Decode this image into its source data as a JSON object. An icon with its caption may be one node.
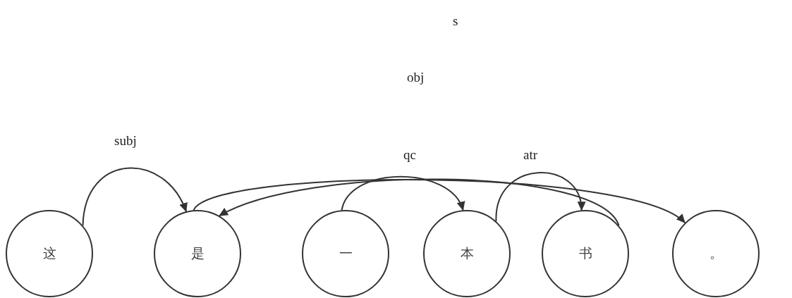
{
  "diagram": {
    "nodes": [
      {
        "text": [
          "这"
        ]
      },
      {
        "text": [
          "是"
        ]
      },
      {
        "text": [
          "一"
        ]
      },
      {
        "text": [
          "本"
        ]
      },
      {
        "text": [
          "书"
        ]
      },
      {
        "text": [
          "。"
        ]
      }
    ],
    "edges": [
      {
        "from": 0,
        "to": 1,
        "arrow": "to",
        "label": "subj"
      },
      {
        "from": 2,
        "to": 3,
        "arrow": "to",
        "label": "qc"
      },
      {
        "from": 3,
        "to": 4,
        "arrow": "to",
        "label": "atr"
      },
      {
        "from": 4,
        "to": 1,
        "arrow": "to"
      },
      {
        "from": 1,
        "to": 5,
        "arrow": "to"
      }
    ],
    "labels": [
      "s",
      "obj"
    ]
  }
}
